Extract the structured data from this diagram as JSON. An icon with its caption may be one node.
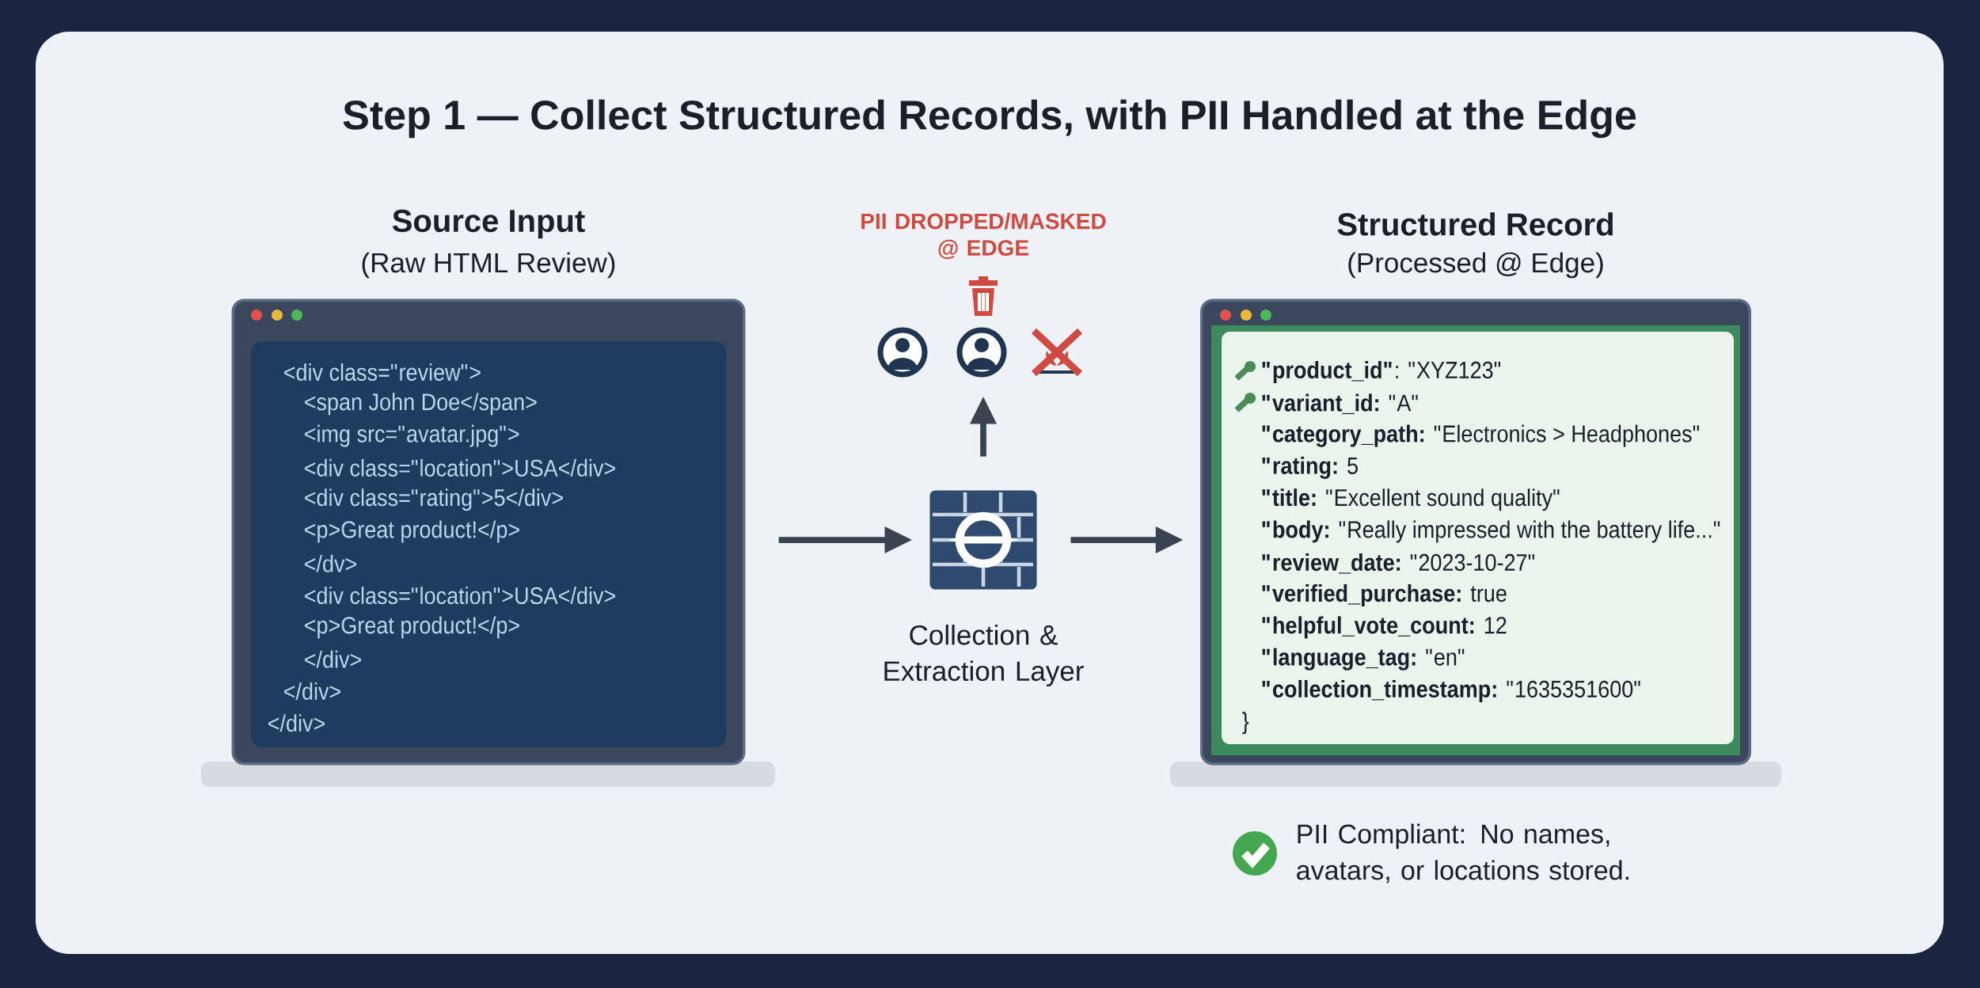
{
  "diagram": {
    "title": "Step 1 — Collect Structured Records, with PII Handled at the Edge",
    "nodes": [
      {
        "text": [
          "Source Input",
          "(Raw HTML Review)",
          "<div class=\"review\">",
          "<span John Doe</span>",
          "<img src=\"avatar.jpg\">",
          "<div class=\"location\">USA</div>",
          "<div class=\"rating\">5</div>",
          "<p>Great product!</p>",
          "</dv>",
          "<div class=\"location\">USA</div>",
          "<p>Great product!</p>",
          "</div>",
          "</div>",
          "</div>"
        ]
      },
      {
        "text": [
          "Collection & Extraction Layer"
        ]
      },
      {
        "text": [
          "PII DROPPED/MASKED @ EDGE"
        ]
      },
      {
        "text": [
          "Structured Record",
          "(Processed @ Edge)",
          "**\"product_id\"**: \"XYZ123\"",
          "**\"variant_id:** \"A\"",
          "**\"category_path:** \"Electronics > Headphones\"",
          "**\"rating:** 5",
          "**\"title:** \"Excellent sound quality\"",
          "**\"body:** \"Really impressed with the battery life...\"",
          "**\"review_date:** \"2023-10-27\"",
          "**\"verified_purchase:** true",
          "**\"helpful_vote_count:** 12",
          "**\"language_tag:** \"en\"",
          "**\"collection_timestamp:** \"1635351600\"",
          "}"
        ],
        "beside": [
          "PII Compliant: No names, avatars, or locations stored."
        ]
      }
    ],
    "edges": [
      {
        "from": 0,
        "to": 1,
        "arrow": "to"
      },
      {
        "from": 1,
        "to": 3,
        "arrow": "to"
      },
      {
        "from": 1,
        "to": 2,
        "arrow": "to"
      }
    ]
  }
}
